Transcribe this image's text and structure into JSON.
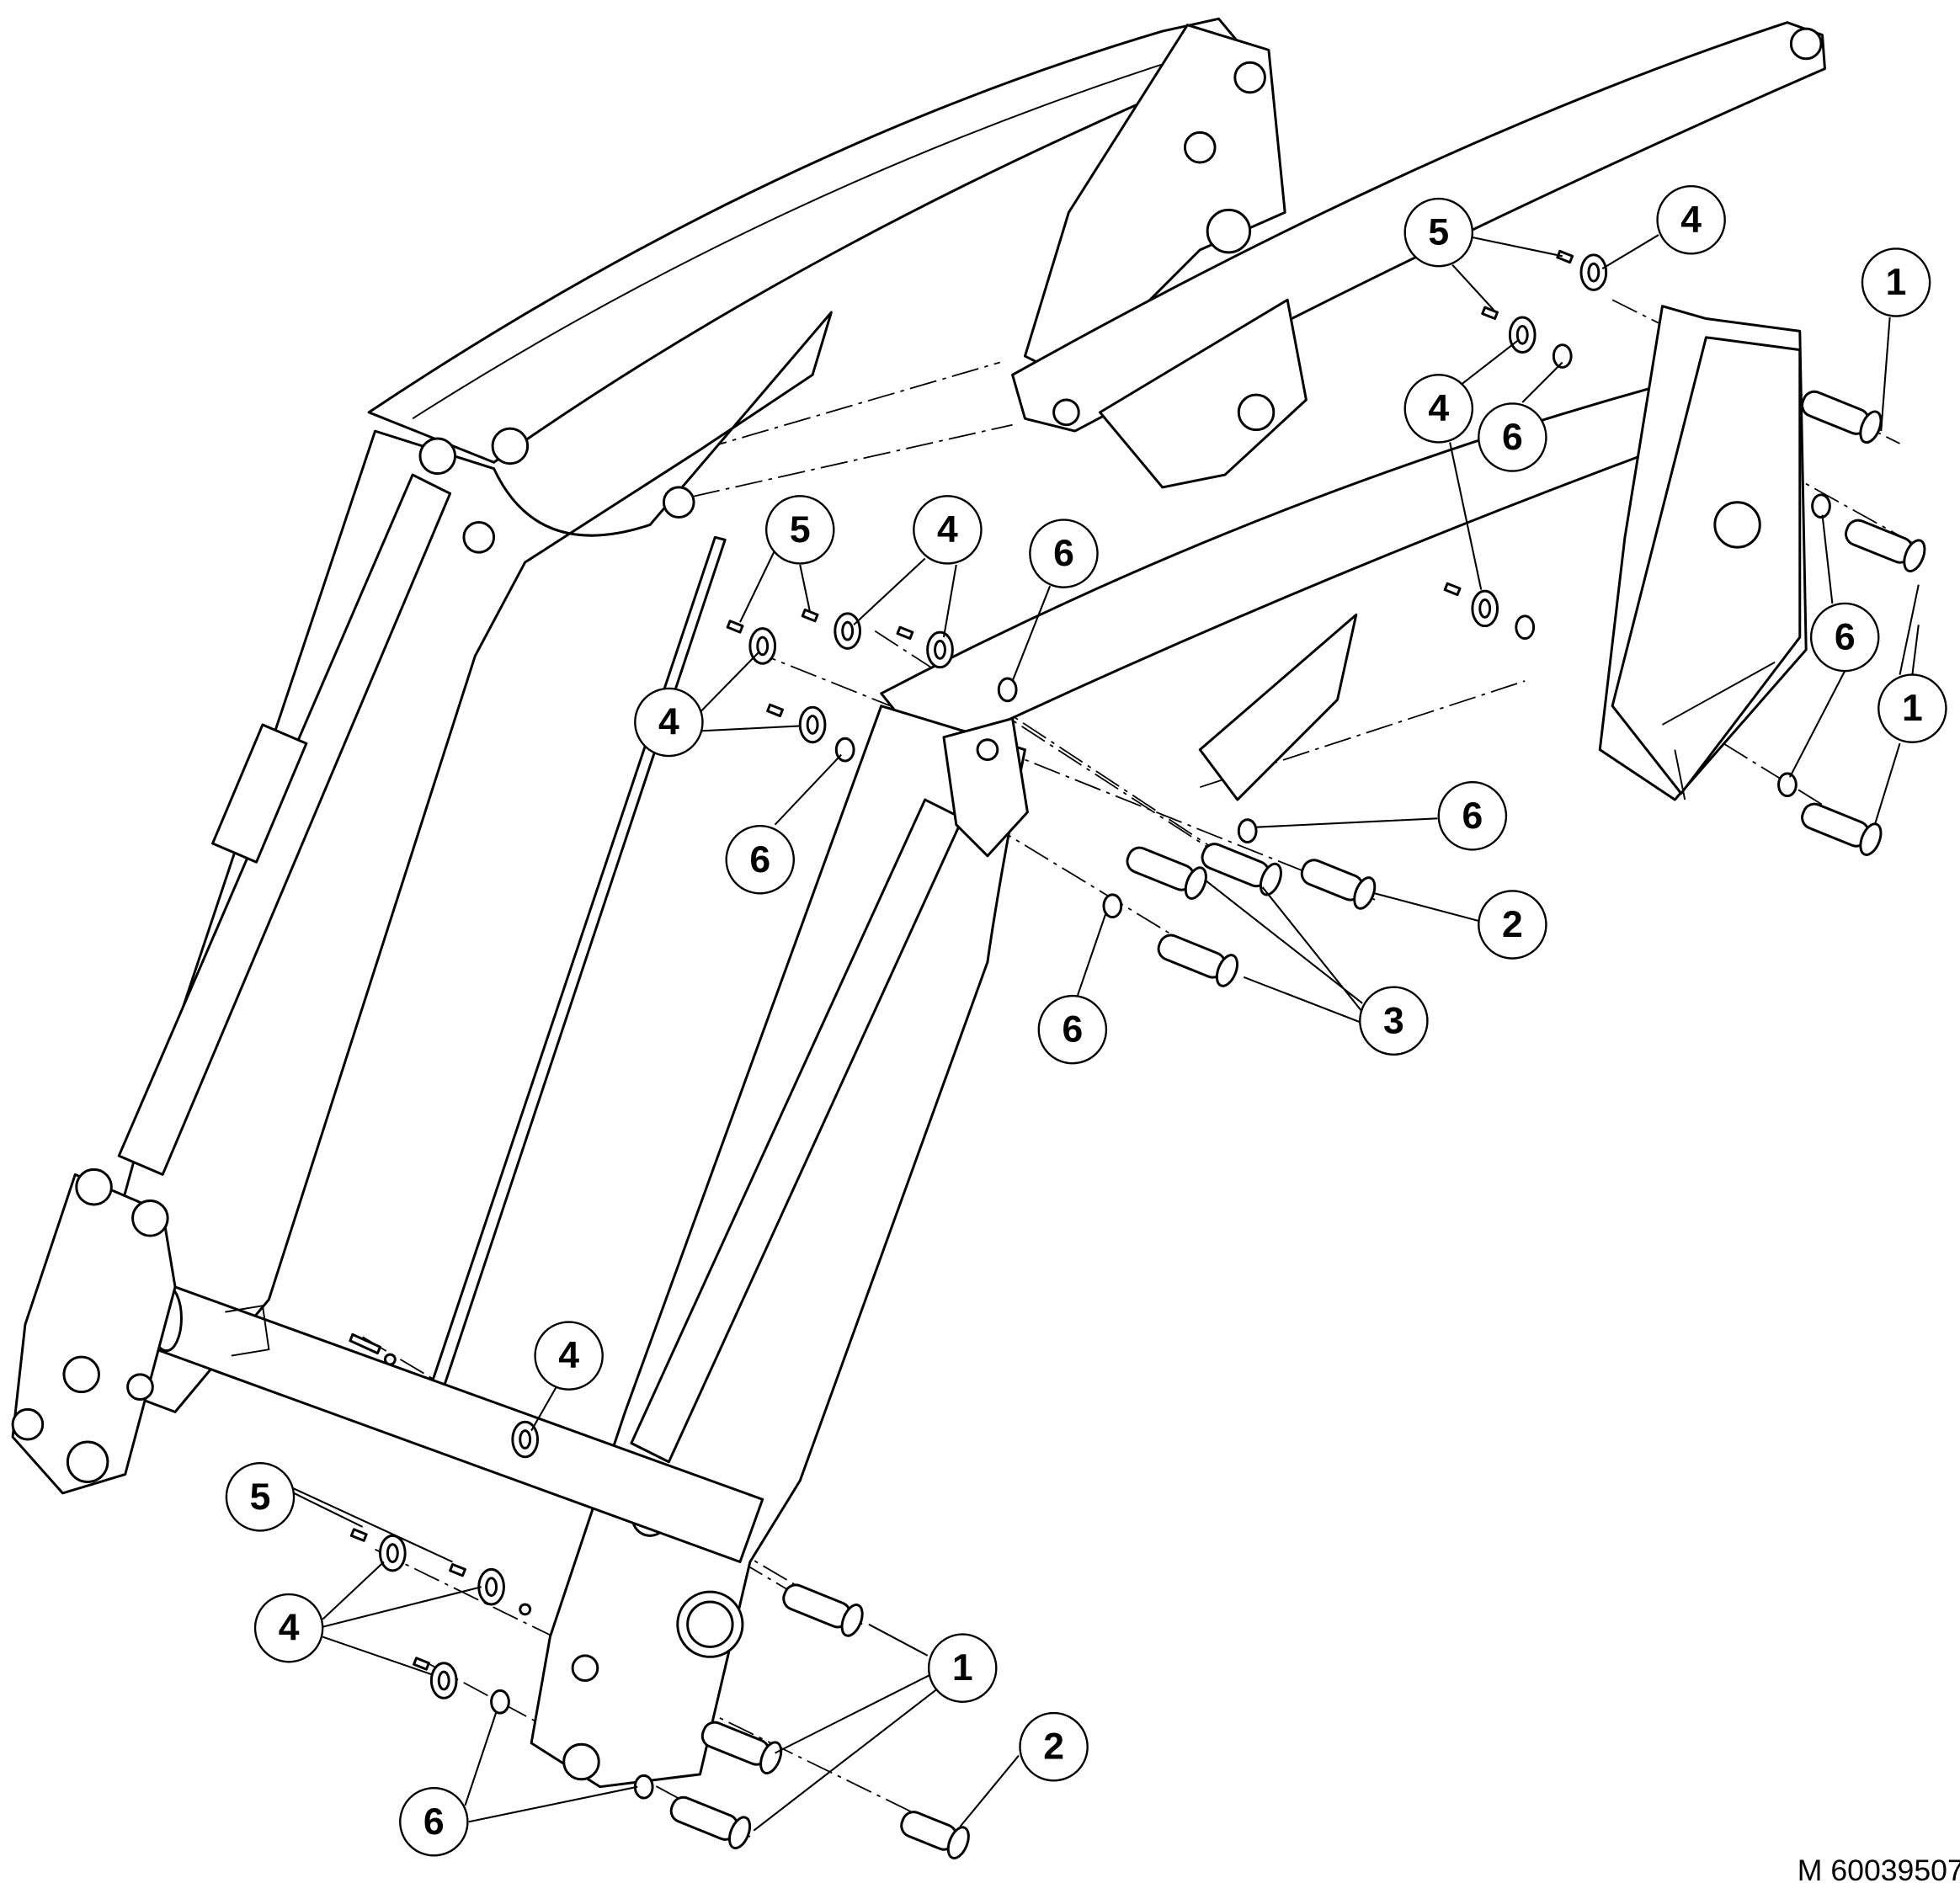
{
  "drawing_number": "M 60039507",
  "callouts": [
    {
      "label": "5"
    },
    {
      "label": "4"
    },
    {
      "label": "1"
    },
    {
      "label": "4"
    },
    {
      "label": "6"
    },
    {
      "label": "5"
    },
    {
      "label": "4"
    },
    {
      "label": "6"
    },
    {
      "label": "4"
    },
    {
      "label": "6"
    },
    {
      "label": "6"
    },
    {
      "label": "1"
    },
    {
      "label": "6"
    },
    {
      "label": "2"
    },
    {
      "label": "3"
    },
    {
      "label": "6"
    },
    {
      "label": "4"
    },
    {
      "label": "5"
    },
    {
      "label": "4"
    },
    {
      "label": "1"
    },
    {
      "label": "2"
    },
    {
      "label": "6"
    }
  ]
}
